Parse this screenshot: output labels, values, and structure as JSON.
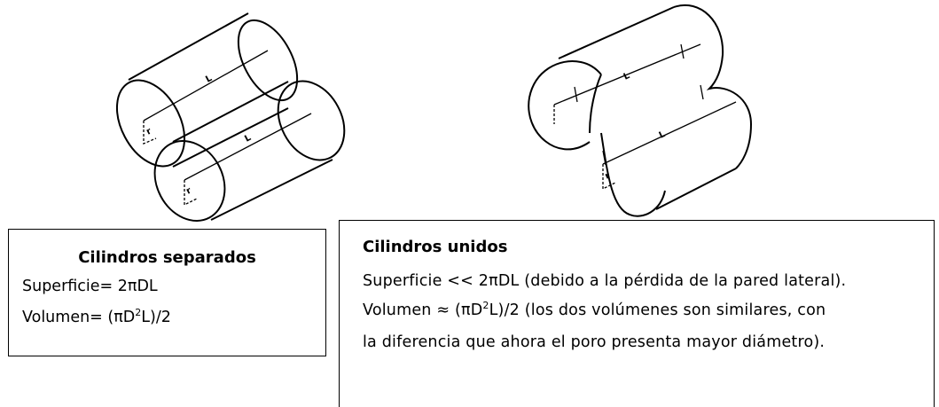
{
  "left_box": {
    "title": "Cilindros separados",
    "surface": "Superficie= 2πDL",
    "volume_prefix": "Volumen= (πD",
    "volume_sup": "2",
    "volume_suffix": "L)/2"
  },
  "right_box": {
    "title": "Cilindros unidos",
    "surface": "Superficie << 2πDL (debido a la pérdida de la pared lateral).",
    "volume_prefix": "Volumen ≈ (πD",
    "volume_sup": "2",
    "volume_suffix": "L)/2 (los dos volúmenes son similares, con",
    "note": "la diferencia que ahora el poro presenta mayor diámetro)."
  },
  "figure_labels": {
    "length": "L",
    "radius": "r"
  }
}
